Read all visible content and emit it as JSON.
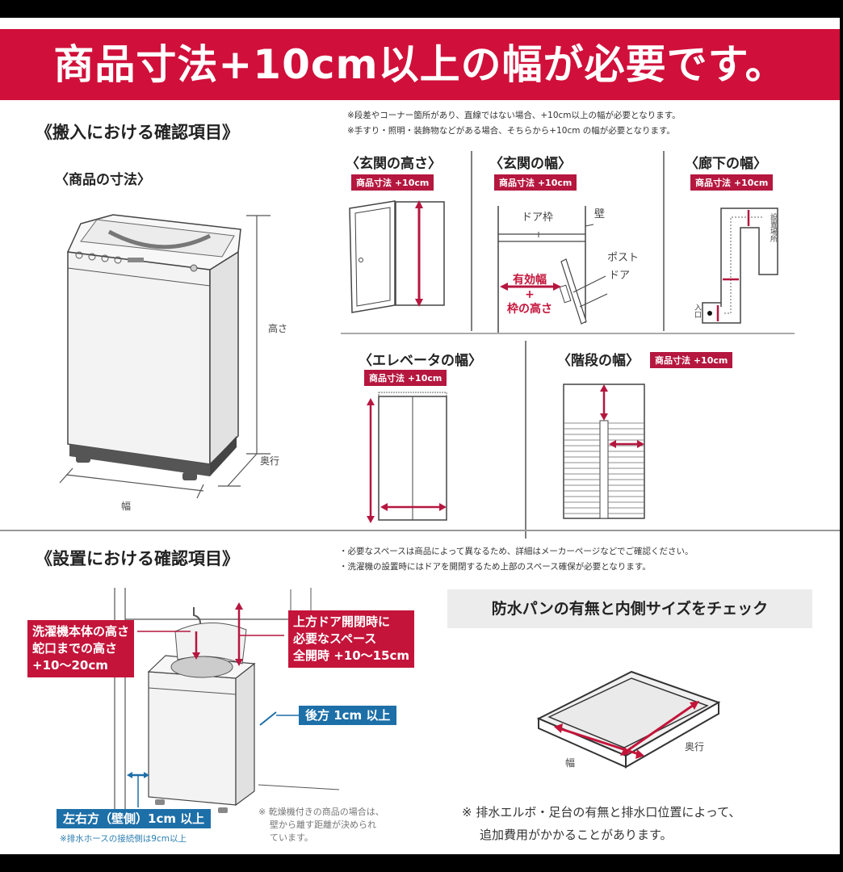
{
  "banner": {
    "title": "商品寸法+10cm以上の幅が必要です。"
  },
  "delivery": {
    "heading": "《搬入における確認項目》",
    "notes": [
      "※段差やコーナー箇所があり、直線ではない場合、+10cm以上の幅が必要となります。",
      "※手すり・照明・装飾物などがある場合、そちらから+10cm の幅が必要となります。"
    ],
    "product": {
      "title": "〈商品の寸法〉",
      "labels": {
        "height": "高さ",
        "depth": "奥行",
        "width": "幅"
      }
    },
    "entrance_height": {
      "title": "〈玄関の高さ〉",
      "tag": "商品寸法 +10cm"
    },
    "entrance_width": {
      "title": "〈玄関の幅〉",
      "tag": "商品寸法 +10cm",
      "labels": {
        "frame": "ドア枠",
        "wall": "壁",
        "post": "ポスト",
        "door": "ドア"
      },
      "formula": [
        "有効幅",
        "+",
        "枠の高さ"
      ]
    },
    "hallway": {
      "title": "〈廊下の幅〉",
      "tag": "商品寸法 +10cm",
      "labels": {
        "install": "設置場所",
        "entrance": "入口"
      }
    },
    "elevator": {
      "title": "〈エレベータの幅〉",
      "tag": "商品寸法 +10cm"
    },
    "stairs": {
      "title": "〈階段の幅〉",
      "tag": "商品寸法 +10cm"
    }
  },
  "installation": {
    "heading": "《設置における確認項目》",
    "notes": [
      "・必要なスペースは商品によって異なるため、詳細はメーカーページなどでご確認ください。",
      "・洗濯機の設置時にはドアを開閉するため上部のスペース確保が必要となります。"
    ],
    "callouts": {
      "faucet": [
        "洗濯機本体の高さ",
        "蛇口までの高さ",
        "+10〜20cm"
      ],
      "lid": [
        "上方ドア開閉時に",
        "必要なスペース",
        "全開時 +10〜15cm"
      ],
      "back": "後方 1cm 以上",
      "side": "左右方（壁側）1cm 以上",
      "hose_note": "※排水ホースの接続側は9cm以上",
      "dryer_note": [
        "※ 乾燥機付きの商品の場合は、",
        "壁から離す距離が決められ",
        "ています。"
      ]
    },
    "pan": {
      "title": "防水パンの有無と内側サイズをチェック",
      "labels": {
        "width": "幅",
        "depth": "奥行"
      },
      "note": [
        "※ 排水エルボ・足台の有無と排水口位置によって、",
        "追加費用がかかることがあります。"
      ]
    }
  },
  "colors": {
    "brand_red": "#d0103a",
    "tag_red": "#b5173f",
    "info_blue": "#1d6fa8",
    "arrow_red": "#b5173f"
  }
}
